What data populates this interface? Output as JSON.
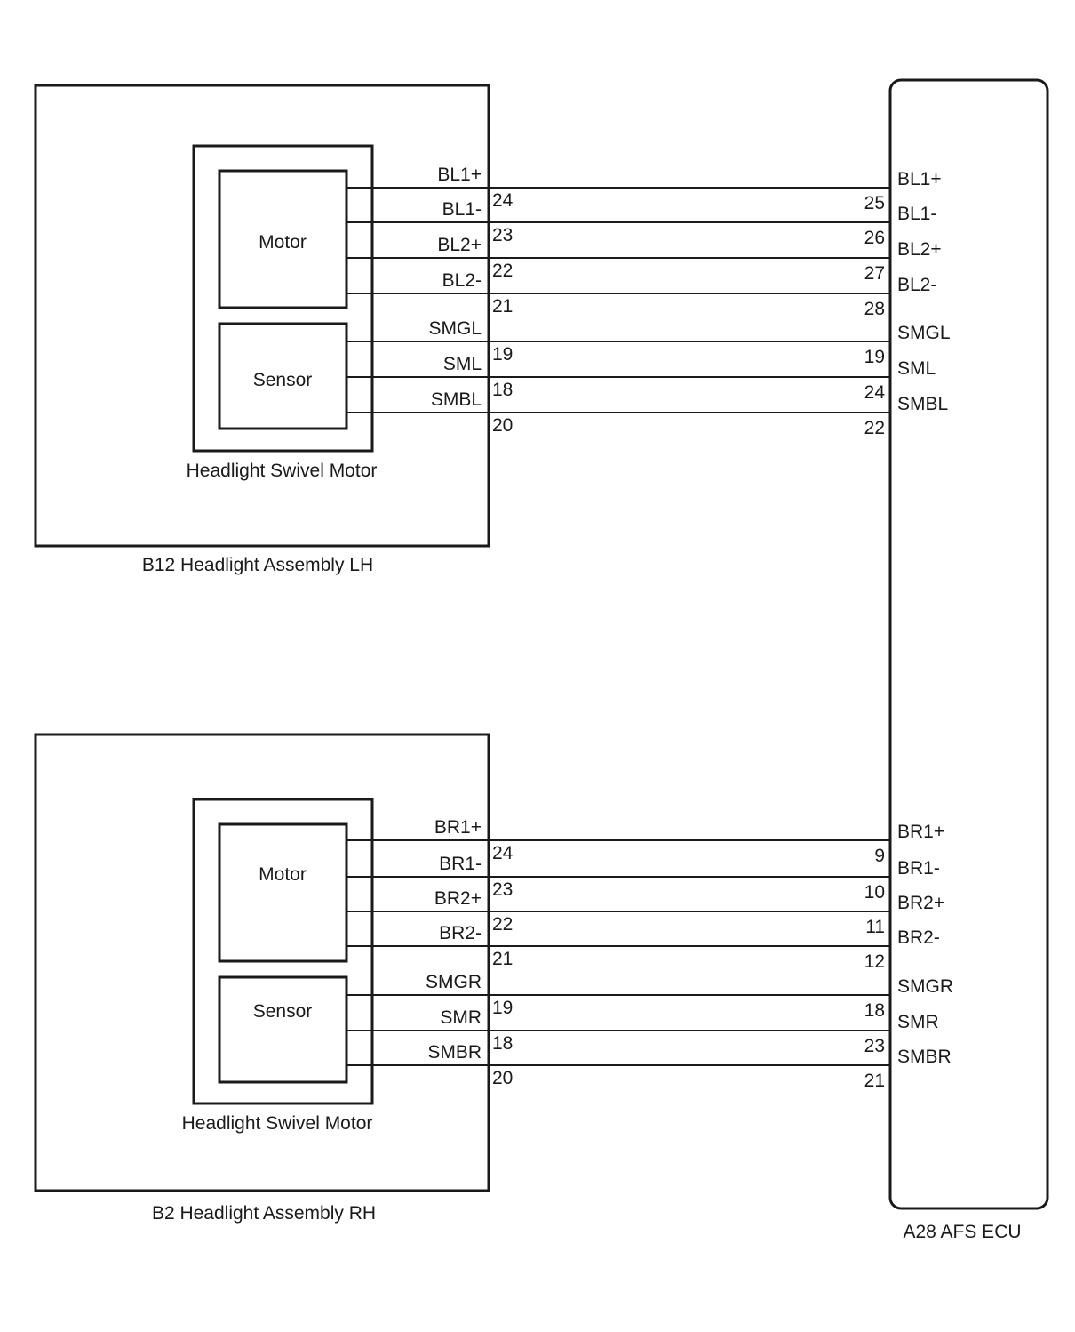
{
  "assemblies": {
    "lh": {
      "label": "B12 Headlight Assembly LH",
      "swivel_motor_label": "Headlight Swivel Motor",
      "motor_label": "Motor",
      "sensor_label": "Sensor",
      "signals": [
        "BL1+",
        "BL1-",
        "BL2+",
        "BL2-",
        "SMGL",
        "SML",
        "SMBL"
      ],
      "pins": [
        "24",
        "23",
        "22",
        "21",
        "19",
        "18",
        "20"
      ]
    },
    "rh": {
      "label": "B2 Headlight Assembly RH",
      "swivel_motor_label": "Headlight Swivel Motor",
      "motor_label": "Motor",
      "sensor_label": "Sensor",
      "signals": [
        "BR1+",
        "BR1-",
        "BR2+",
        "BR2-",
        "SMGR",
        "SMR",
        "SMBR"
      ],
      "pins": [
        "24",
        "23",
        "22",
        "21",
        "19",
        "18",
        "20"
      ]
    }
  },
  "ecu": {
    "label": "A28 AFS ECU",
    "lh_signals": [
      "BL1+",
      "BL1-",
      "BL2+",
      "BL2-",
      "SMGL",
      "SML",
      "SMBL"
    ],
    "lh_pins": [
      "25",
      "26",
      "27",
      "28",
      "19",
      "24",
      "22"
    ],
    "rh_signals": [
      "BR1+",
      "BR1-",
      "BR2+",
      "BR2-",
      "SMGR",
      "SMR",
      "SMBR"
    ],
    "rh_pins": [
      "9",
      "10",
      "11",
      "12",
      "18",
      "23",
      "21"
    ]
  }
}
